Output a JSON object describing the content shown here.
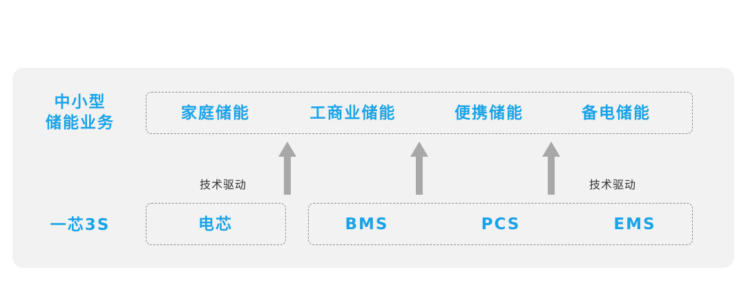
{
  "diagram": {
    "top_row": {
      "label": "中小型\n储能业务",
      "label_line1": "中小型",
      "label_line2": "储能业务",
      "items": [
        "家庭储能",
        "工商业储能",
        "便携储能",
        "备电储能"
      ]
    },
    "bottom_row": {
      "label": "一芯3S",
      "items": [
        "电芯",
        "BMS",
        "PCS",
        "EMS"
      ]
    },
    "drive_label_left": "技术驱动",
    "drive_label_right": "技术驱动",
    "colors": {
      "accent": "#1aa3e8",
      "panel_bg": "#f2f2f2",
      "dash_border": "#8a8a8a",
      "arrow": "#a8a8a8",
      "text": "#333333"
    }
  }
}
